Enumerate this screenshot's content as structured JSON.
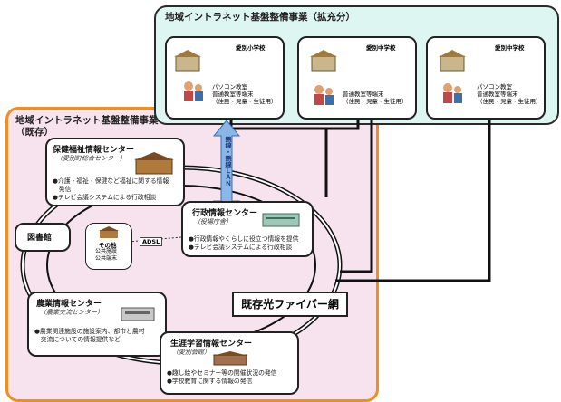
{
  "expansion": {
    "title": "地域イントラネット基盤整備事業（拡充分）",
    "schools": [
      {
        "name": "愛別小学校",
        "lines": [
          "パソコン教室",
          "普通教室等端末",
          "（住民・児童・生徒用）"
        ]
      },
      {
        "name": "愛別中学校",
        "lines": [
          "普通教室等端末",
          "（住民・児童・生徒用）"
        ]
      },
      {
        "name": "愛別中学校",
        "lines": [
          "パソコン教室",
          "普通教室等端末",
          "（住民・児童・生徒用）"
        ]
      }
    ]
  },
  "existing": {
    "title_line1": "地域イントラネット基盤整備事業",
    "title_line2": "（既存）",
    "health": {
      "title": "保健福祉情報センター",
      "subtitle": "（愛別町総合センター）",
      "items": [
        "●介護・福祉・保健など福祉に関する情報",
        "　発信",
        "●テレビ会議システムによる行政相談"
      ]
    },
    "admin": {
      "title": "行政情報センター",
      "subtitle": "（役場庁舎）",
      "items": [
        "●行政情報やくらしに役立つ情報を提供",
        "●テレビ会議システムによる行政相談"
      ]
    },
    "library": {
      "title": "図書館"
    },
    "other": {
      "title": "その他",
      "lines": [
        "公共施設",
        "公共端末"
      ]
    },
    "agri": {
      "title": "農業情報センター",
      "subtitle": "（農業交流センター）",
      "items": [
        "●農業関連施設の施設案内、都市と農村",
        "　交流についての情報提供など"
      ]
    },
    "edu": {
      "title": "生涯学習情報センター",
      "subtitle": "（愛別会館）",
      "items": [
        "●趣し絵やセミナー等の開催状況の発信",
        "●学校教育に関する情報の発信"
      ]
    }
  },
  "links": {
    "wireless": "無線・無線ＬＡＮ",
    "adsl": "ADSL",
    "fiber": "既存光ファイバー網"
  },
  "colors": {
    "existing_bg": "#f6e3ee",
    "existing_border": "#f08f1f",
    "expansion_bg": "#ddf6f2",
    "arrow": "#8ab6e8"
  }
}
